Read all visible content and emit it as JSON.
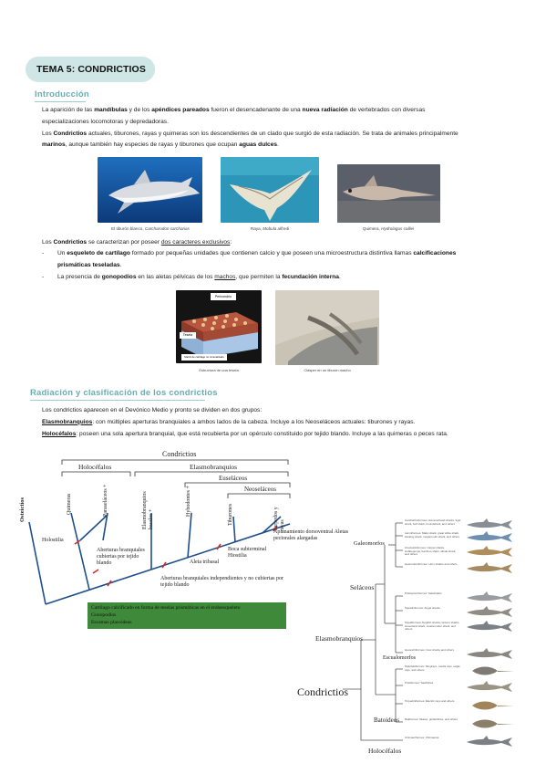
{
  "header": {
    "title": "TEMA 5: CONDRICTIOS"
  },
  "intro": {
    "heading": "Introducción",
    "p1_a": "La aparición de las ",
    "p1_b": "mandíbulas",
    "p1_c": " y de los ",
    "p1_d": "apéndices pareados",
    "p1_e": " fueron el desencadenante de una ",
    "p1_f": "nueva radiación",
    "p1_g": " de vertebrados con diversas",
    "p1_line2": "especializaciones locomotoras y depredadoras.",
    "p2_a": "Los ",
    "p2_b": "Condrictios",
    "p2_c": " actuales, tiburones, rayas y quimeras son los descendientes de un clado que surgió de esta radiación. Se trata de animales principalmente",
    "p2_d": "marinos",
    "p2_e": ", aunque también hay especies de rayas y tiburones que ocupan ",
    "p2_f": "aguas dulces",
    "p2_g": ".",
    "captions": [
      {
        "text": "El tiburón blanco, ",
        "italic": "Carcharodon carcharias"
      },
      {
        "text": "Raya, ",
        "italic": "Mobula alfredi"
      },
      {
        "text": "Quimera, ",
        "italic": "Hydrolagus colliei"
      }
    ],
    "chars_a": "Los ",
    "chars_b": "Condrictios",
    "chars_c": " se caracterizan por poseer ",
    "chars_d": "dos caracteres exclusivos",
    "chars_e": ":",
    "bullet1_a": "Un ",
    "bullet1_b": "esqueleto de cartílago",
    "bullet1_c": " formado por pequeñas unidades que contienen calcio y que poseen una microestructura distintiva llamas ",
    "bullet1_d": "calcificaciones",
    "bullet1_e": "prismáticas teseladas",
    "bullet1_f": ".",
    "bullet2_a": "La presencia de ",
    "bullet2_b": "gonopodios",
    "bullet2_c": " en las aletas pélvicas de los ",
    "bullet2_d": "machos",
    "bullet2_e": ", que permiten la ",
    "bullet2_f": "fecundación interna",
    "bullet2_g": ".",
    "bullet_mark": "-",
    "diagram_labels": {
      "top": "Pericondrio",
      "mid": "Tesela",
      "bottom": "Matriz de cartílago no mineralizado"
    },
    "caption2_left": "Estructura de una tesela",
    "caption2_right": "Clasper en un tiburón macho"
  },
  "radiation": {
    "heading": "Radiación y clasificación de los condrictios",
    "p1": "Los condrictios aparecen en el Devónico Medio y pronto se dividen en dos grupos:",
    "elas_term": "Elasmobranquios",
    "elas_text": ": con múltiples aperturas branquiales a ambos lados de la cabeza. Incluye a los Neoseláceos actuales: tiburones y rayas.",
    "holo_term": "Holocéfalos",
    "holo_text": ": poseen una sola apertura branquial, que está recubierta por un opérculo constituido por tejido blando. Incluye a las quimeras o peces rata."
  },
  "cladogram": {
    "top": "Condrictios",
    "holo": "Holocéfalos",
    "elas": "Elasmobranquios",
    "euse": "Euseláceos",
    "neos": "Neoseláceos",
    "taxa": [
      "Osteictios",
      "Quimeras",
      "Paraseláceos +",
      "Elasmobranquios basales +",
      "Hybodontes +",
      "Tiburones",
      "Torpedos y rayas"
    ],
    "n_holostilia": "Holostilia",
    "n_aberturas": "Aberturas branquiales cubiertas por tejido blando",
    "n_aberturas_ind": "Aberturas branquiales independientes y no cubiertas por tejido blando",
    "n_aleta": "Aleta tribasal",
    "n_boca": "Boca subterminal Hiostilia",
    "n_aplan": "Aplanamiento dorsoventral Aletas pectorales alargadas",
    "box_lines": [
      "Cartílago calcificado en forma de teselas prismáticas en el endoesqueleto",
      "Gonopodios",
      "Escamas placoideas"
    ],
    "box_color": "#3f8a3a"
  },
  "tree": {
    "title": "Condrictios",
    "labels": {
      "selaceos": "Seláceos",
      "galeo": "Galeomorfos",
      "elasmo": "Elasmobranquios",
      "squalo": "Escualomorfos",
      "bato": "Batoideos",
      "holo": "Holocéfalos"
    },
    "leaves": [
      "Carcharhiniformes: Hammerhead sharks, tiger shark, bull shark, houndshark, and others",
      "Lamniformes: Mako shark, great white shark, basking shark, megamouth shark, and others",
      "Orectolobiformes: Carpet sharks, wobbegongs, bamboo shark, whale shark, and others",
      "Heterodontiformes: Horn sharks and others",
      "Pristiophoriformes: Sawsharks",
      "Squatiniformes: Angel sharks",
      "Squaliformes: Dogfish sharks, lantern sharks, Greenland shark, cookie-cutter shark, and others",
      "Hexanchiformes: Cow sharks and others",
      "Myliobatiformes: Stingrays, manta rays, eagle rays, and others",
      "Pristiformes: Sawfishes",
      "Torpediniformes: Electric rays and others",
      "Rajiformes: Skates, guitarfishes, and others",
      "Chimaeriformes: Chimaeras"
    ]
  }
}
